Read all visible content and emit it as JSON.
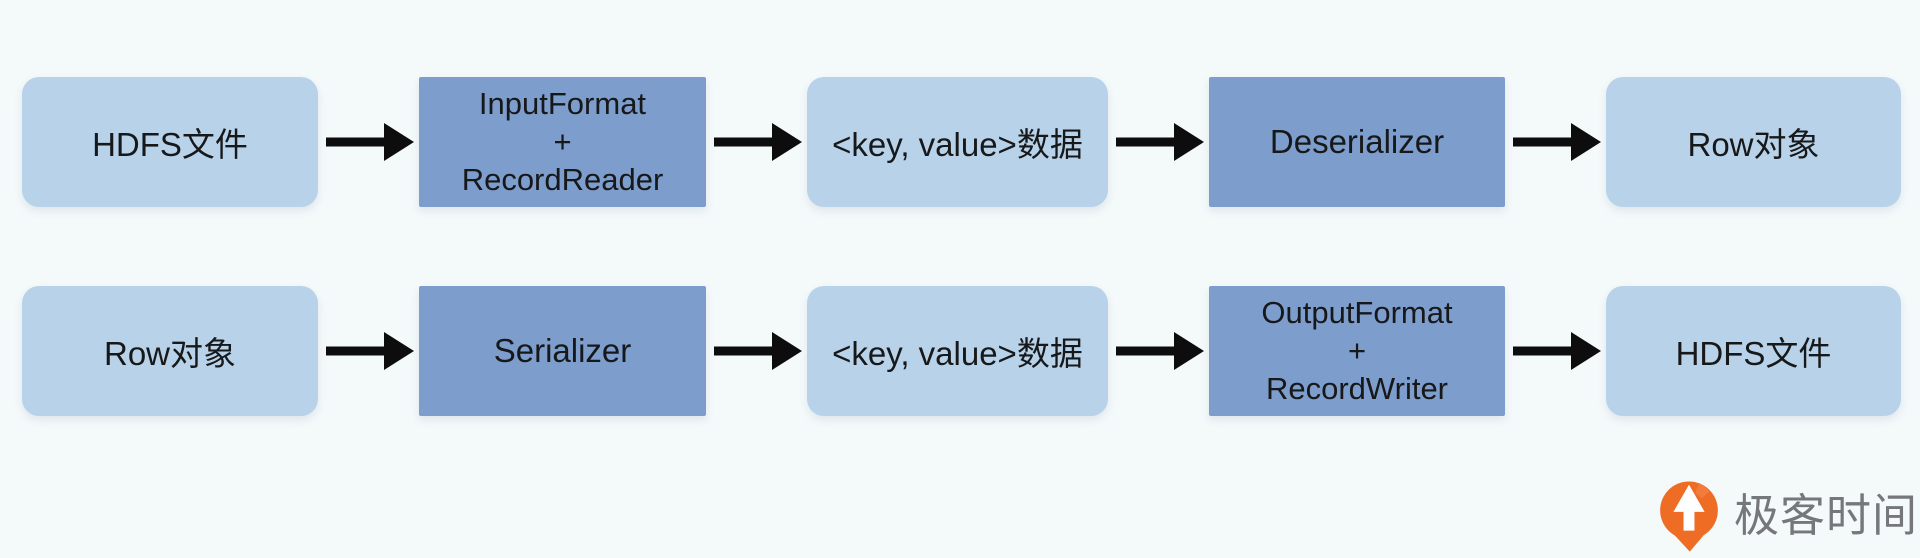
{
  "background_color": "#f4f9fa",
  "colors": {
    "light_box": "#b8d3e9",
    "dark_box": "#7d9dcc",
    "arrow": "#0d0d0d",
    "box_text": "#17181a",
    "logo_orange": "#ee6c24",
    "logo_text_gray": "#75777b"
  },
  "diagram": {
    "rows": [
      {
        "name": "read-path",
        "boxes": [
          {
            "label": "HDFS文件",
            "style": "light"
          },
          {
            "label": "InputFormat\n+\nRecordReader",
            "style": "dark"
          },
          {
            "label": "<key, value>数据",
            "style": "light"
          },
          {
            "label": "Deserializer",
            "style": "dark"
          },
          {
            "label": "Row对象",
            "style": "light"
          }
        ]
      },
      {
        "name": "write-path",
        "boxes": [
          {
            "label": "Row对象",
            "style": "light"
          },
          {
            "label": "Serializer",
            "style": "dark"
          },
          {
            "label": "<key, value>数据",
            "style": "light"
          },
          {
            "label": "OutputFormat\n+\nRecordWriter",
            "style": "dark"
          },
          {
            "label": "HDFS文件",
            "style": "light"
          }
        ]
      }
    ]
  },
  "logo": {
    "icon": "geektime-logo-icon",
    "text": "极客时间"
  }
}
